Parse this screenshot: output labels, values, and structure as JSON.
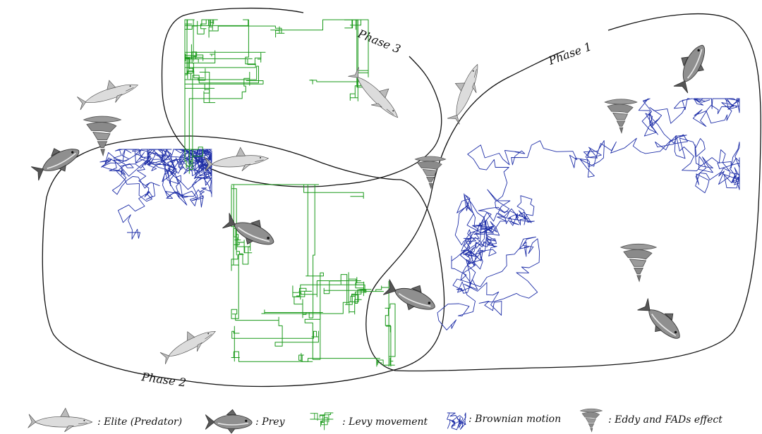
{
  "phases": [
    {
      "label": "Phase 1"
    },
    {
      "label": "Phase 2"
    },
    {
      "label": "Phase 3"
    }
  ],
  "legend": [
    {
      "key": "elite",
      "label": ": Elite (Predator)",
      "icon": "shark-icon"
    },
    {
      "key": "prey",
      "label": ": Prey",
      "icon": "tuna-icon"
    },
    {
      "key": "levy",
      "label": ": Levy movement",
      "icon": "levy-path-icon"
    },
    {
      "key": "brownian",
      "label": ": Brownian motion",
      "icon": "brownian-path-icon"
    },
    {
      "key": "eddy",
      "label": ": Eddy and FADs effect",
      "icon": "tornado-icon"
    }
  ],
  "colors": {
    "levy": "#1a9a1a",
    "brownian": "#1f2fa8",
    "outline": "#111111",
    "shark": "#d6d6d6",
    "prey": "#8a8a8a"
  }
}
